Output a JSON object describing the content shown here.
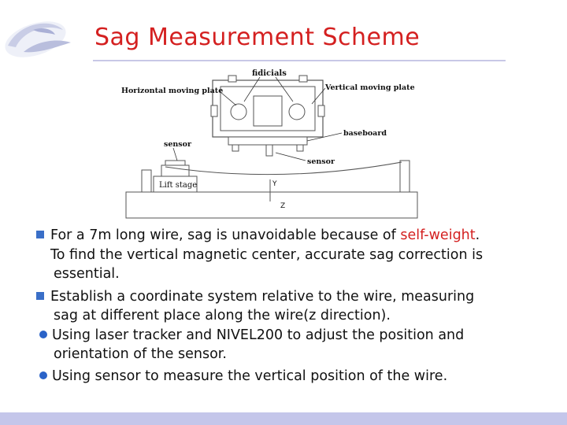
{
  "slide": {
    "title": "Sag Measurement Scheme"
  },
  "figure": {
    "labels": {
      "fidicials": "fidicials",
      "horizontal_plate": "Horizontal moving plate",
      "vertical_plate": "Vertical moving plate",
      "baseboard": "baseboard",
      "sensor_left": "sensor",
      "sensor_right": "sensor",
      "lift_stage": "Lift stage",
      "axis_y": "Y",
      "axis_z": "Z"
    }
  },
  "bullets": {
    "b1_pre": "For a 7m long wire, sag is unavoidable because of ",
    "b1_highlight": "self-weight",
    "b1_post": ".",
    "b1_line2": "To find the vertical magnetic center, accurate sag correction is",
    "b1_line3": "essential.",
    "b2_line1": "Establish a coordinate system relative to the wire, measuring",
    "b2_line2": "sag at different place along the wire(z direction).",
    "s1_line1": "Using laser tracker and NIVEL200 to adjust the position and",
    "s1_line2": "orientation of the sensor.",
    "s2_line1": "Using sensor to measure the vertical position of the wire."
  }
}
